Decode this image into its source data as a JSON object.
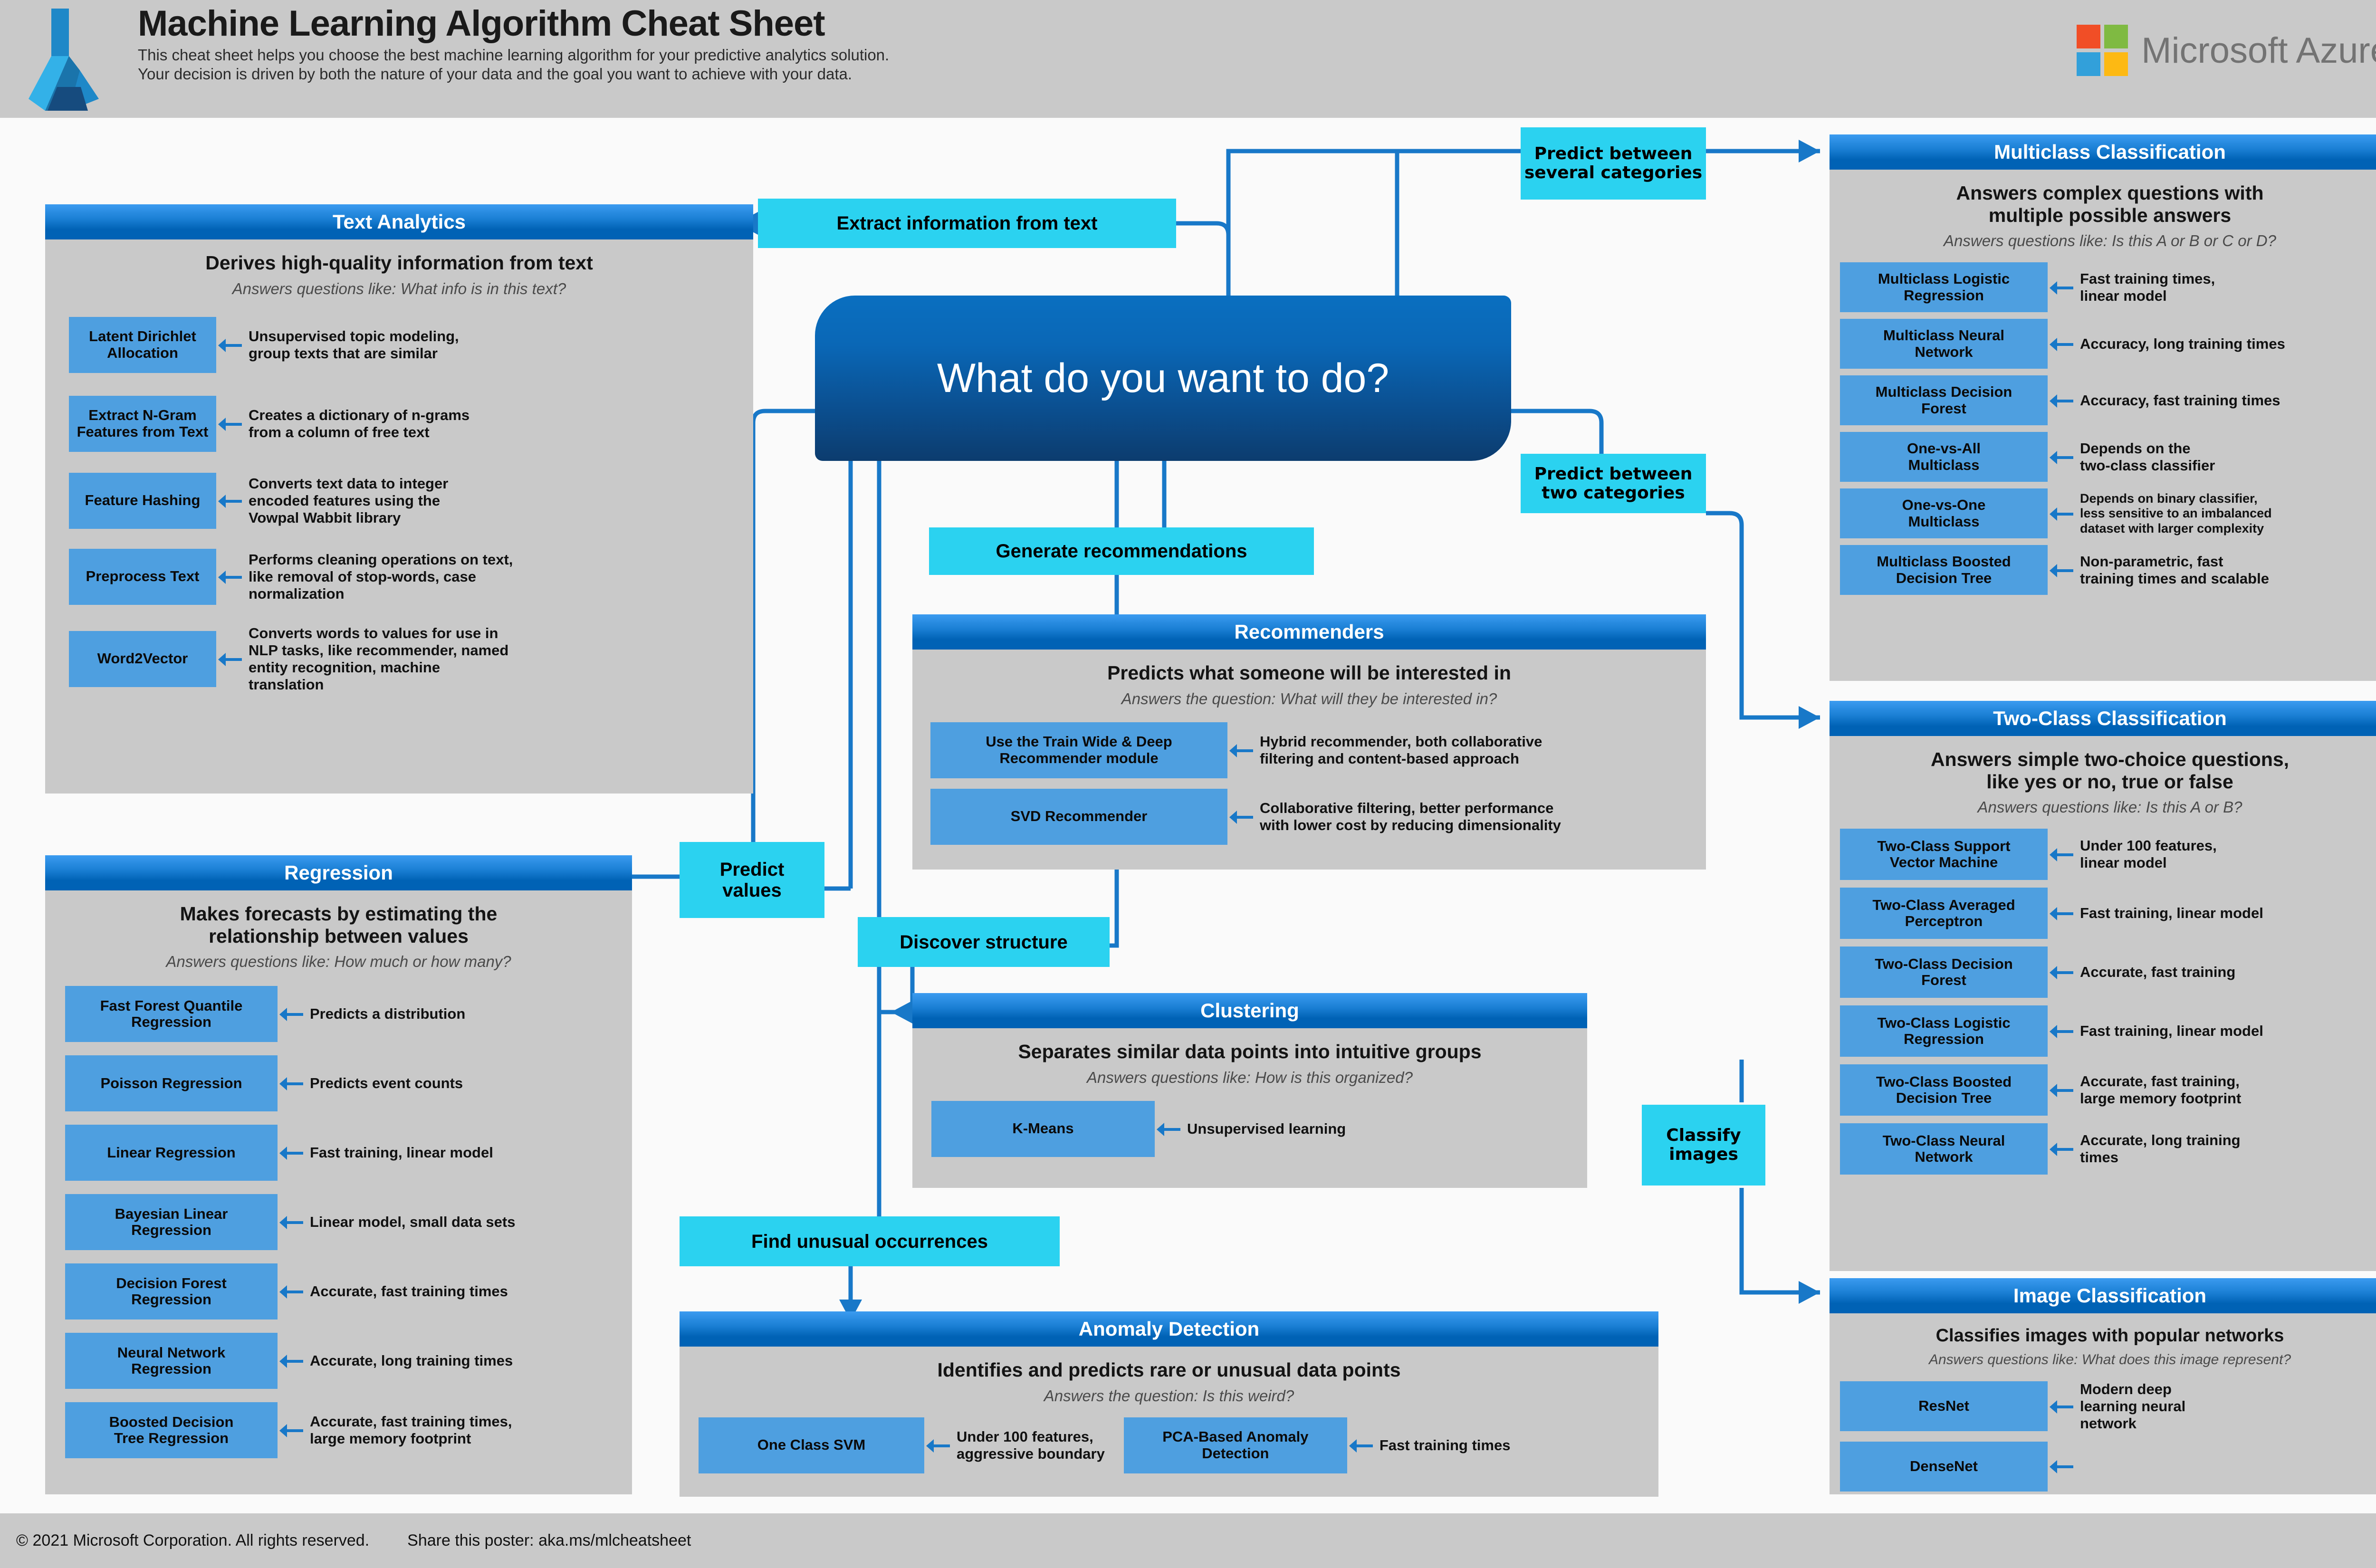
{
  "header": {
    "title": "Machine Learning Algorithm Cheat Sheet",
    "subtitle_line1": "This cheat sheet helps you choose the best machine learning algorithm for your predictive analytics solution.",
    "subtitle_line2": "Your decision is driven by both the nature of your data and the goal you want to achieve with your data.",
    "brand": "Microsoft Azure",
    "brand_colors": {
      "red": "#f14e26",
      "green": "#7fba42",
      "blue": "#32a0da",
      "yellow": "#fdb913",
      "wordmark": "#737373"
    },
    "azure_logo_colors": {
      "light": "#33b1e8",
      "mid": "#1e88c8",
      "dark": "#164b7e"
    }
  },
  "hub": {
    "label": "What do you want to do?"
  },
  "decisions": {
    "extract_info": "Extract information from text",
    "predict_several": "Predict between\nseveral categories",
    "predict_several_l1": "Predict between",
    "predict_several_l2": "several categories",
    "predict_two_l1": "Predict between",
    "predict_two_l2": "two categories",
    "generate_recs": "Generate recommendations",
    "predict_values_l1": "Predict",
    "predict_values_l2": "values",
    "discover_structure": "Discover structure",
    "find_unusual": "Find unusual occurrences",
    "classify_images_l1": "Classify",
    "classify_images_l2": "images"
  },
  "panels": {
    "text_analytics": {
      "title": "Text Analytics",
      "desc": "Derives high-quality information from text",
      "question": "Answers questions like: What info is in this text?",
      "algorithms": [
        {
          "name": "Latent Dirichlet\nAllocation",
          "note": "Unsupervised topic modeling,\ngroup texts that are similar"
        },
        {
          "name": "Extract N-Gram\nFeatures from Text",
          "note": "Creates a dictionary of n-grams\nfrom a column of free text"
        },
        {
          "name": "Feature Hashing",
          "note": "Converts text data to integer\nencoded features using the\nVowpal Wabbit library"
        },
        {
          "name": "Preprocess Text",
          "note": "Performs cleaning operations on text,\nlike removal of stop-words, case\nnormalization"
        },
        {
          "name": "Word2Vector",
          "note": "Converts words to values for use in\nNLP tasks, like recommender, named\nentity recognition, machine\ntranslation"
        }
      ]
    },
    "regression": {
      "title": "Regression",
      "desc": "Makes forecasts by estimating the\nrelationship between values",
      "question": "Answers questions like: How much or how many?",
      "algorithms": [
        {
          "name": "Fast Forest Quantile\nRegression",
          "note": "Predicts a distribution"
        },
        {
          "name": "Poisson Regression",
          "note": "Predicts event counts"
        },
        {
          "name": "Linear Regression",
          "note": "Fast training, linear model"
        },
        {
          "name": "Bayesian Linear\nRegression",
          "note": "Linear model, small data sets"
        },
        {
          "name": "Decision Forest\nRegression",
          "note": "Accurate, fast training times"
        },
        {
          "name": "Neural Network\nRegression",
          "note": "Accurate, long training times"
        },
        {
          "name": "Boosted Decision\nTree Regression",
          "note": "Accurate, fast training times,\nlarge memory footprint"
        }
      ]
    },
    "recommenders": {
      "title": "Recommenders",
      "desc": "Predicts what someone will be interested in",
      "question": "Answers the question: What will they be interested in?",
      "algorithms": [
        {
          "name": "Use the Train Wide & Deep\nRecommender module",
          "note": "Hybrid recommender, both collaborative\nfiltering and content-based approach"
        },
        {
          "name": "SVD Recommender",
          "note": "Collaborative filtering, better performance\nwith lower cost by reducing dimensionality"
        }
      ]
    },
    "clustering": {
      "title": "Clustering",
      "desc": "Separates similar data points into intuitive groups",
      "question": "Answers questions like: How is this organized?",
      "algorithms": [
        {
          "name": "K-Means",
          "note": "Unsupervised learning"
        }
      ]
    },
    "anomaly_detection": {
      "title": "Anomaly Detection",
      "desc": "Identifies and predicts rare or unusual data points",
      "question": "Answers the question: Is this weird?",
      "algorithms": [
        {
          "name": "One Class SVM",
          "note": "Under 100 features,\naggressive boundary"
        },
        {
          "name": "PCA-Based Anomaly\nDetection",
          "note": "Fast training times"
        }
      ]
    },
    "multiclass_classification": {
      "title": "Multiclass Classification",
      "desc": "Answers complex questions with\nmultiple possible answers",
      "question": "Answers questions like: Is this A or B or C or D?",
      "algorithms": [
        {
          "name": "Multiclass Logistic\nRegression",
          "note": "Fast training times,\nlinear model"
        },
        {
          "name": "Multiclass Neural\nNetwork",
          "note": "Accuracy, long training times"
        },
        {
          "name": "Multiclass Decision\nForest",
          "note": "Accuracy, fast training times"
        },
        {
          "name": "One-vs-All\nMulticlass",
          "note": "Depends on the\ntwo-class classifier"
        },
        {
          "name": "One-vs-One\nMulticlass",
          "note": "Depends on binary classifier,\nless sensitive to an imbalanced\ndataset with larger complexity"
        },
        {
          "name": "Multiclass Boosted\nDecision Tree",
          "note": "Non-parametric, fast\ntraining times and scalable"
        }
      ]
    },
    "two_class_classification": {
      "title": "Two-Class Classification",
      "desc": "Answers simple two-choice questions,\nlike yes or no, true or false",
      "question": "Answers questions like: Is this A or B?",
      "algorithms": [
        {
          "name": "Two-Class Support\nVector Machine",
          "note": "Under 100 features,\nlinear model"
        },
        {
          "name": "Two-Class Averaged\nPerceptron",
          "note": "Fast training, linear model"
        },
        {
          "name": "Two-Class Decision\nForest",
          "note": "Accurate, fast training"
        },
        {
          "name": "Two-Class Logistic\nRegression",
          "note": "Fast training, linear model"
        },
        {
          "name": "Two-Class Boosted\nDecision Tree",
          "note": "Accurate, fast training,\nlarge memory footprint"
        },
        {
          "name": "Two-Class Neural\nNetwork",
          "note": "Accurate, long training\ntimes"
        }
      ]
    },
    "image_classification": {
      "title": "Image Classification",
      "desc": "Classifies images with popular networks",
      "question": "Answers questions like: What does this image represent?",
      "algorithms": [
        {
          "name": "ResNet",
          "note": "Modern deep\nlearning neural\nnetwork"
        },
        {
          "name": "DenseNet",
          "note": ""
        }
      ]
    }
  },
  "footer": {
    "copyright": "© 2021 Microsoft Corporation. All rights reserved.",
    "share": "Share this poster: aka.ms/mlcheatsheet"
  },
  "colors": {
    "panel_bg": "#c9c9c9",
    "header_blue_top": "#3b9bf0",
    "header_blue_bottom": "#0062b5",
    "algo_blue": "#4e9fe0",
    "cyan": "#2bd2f0",
    "wire": "#1878c8",
    "page_bg": "#fafafa"
  }
}
